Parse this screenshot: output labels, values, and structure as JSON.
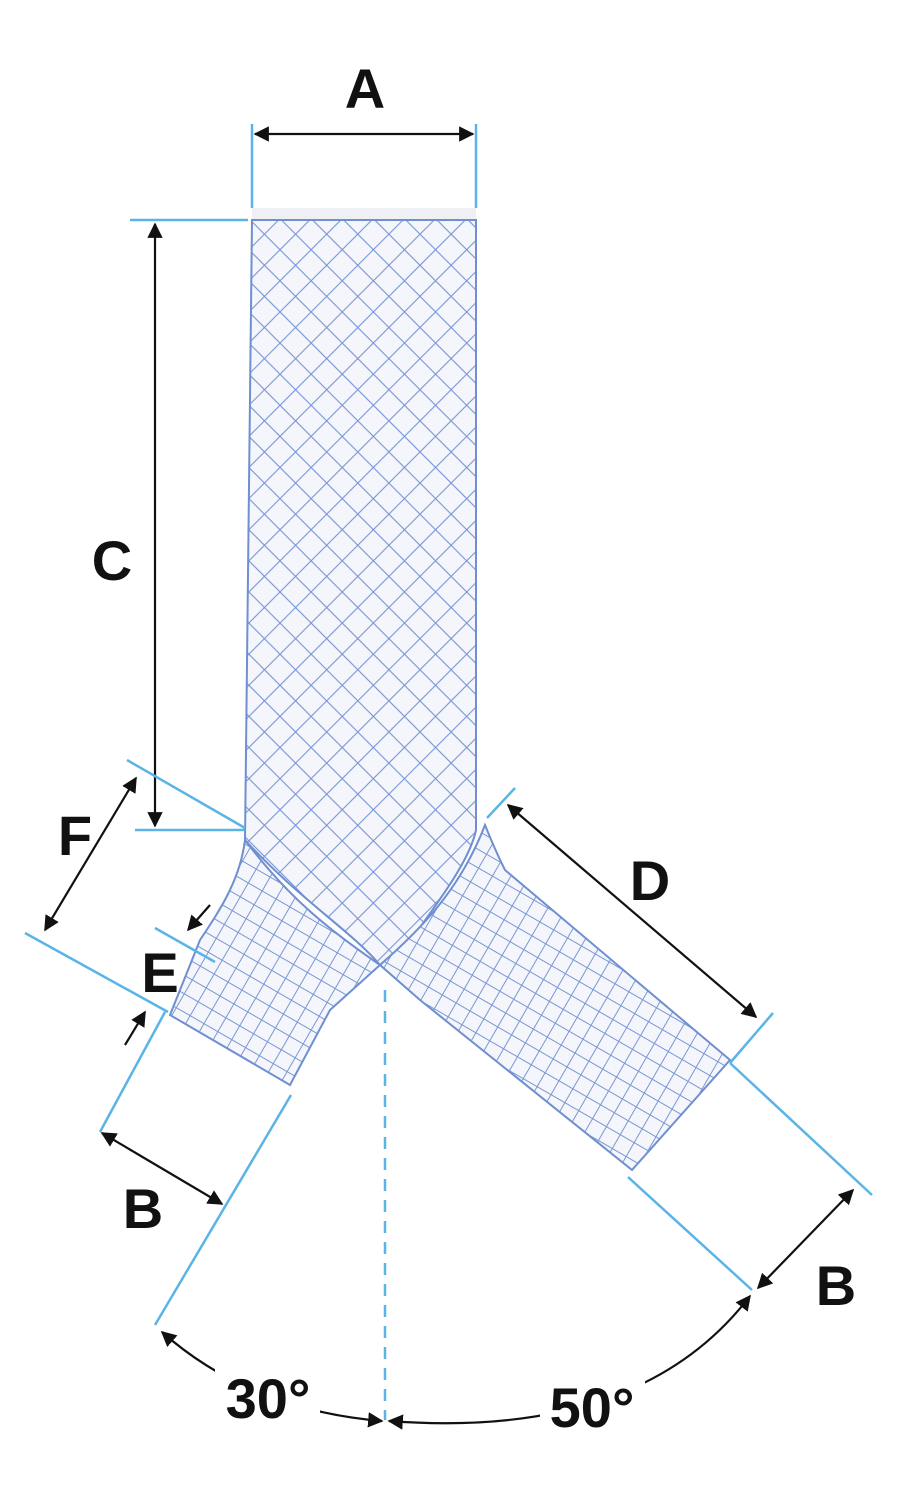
{
  "diagram": {
    "labels": {
      "a": "A",
      "b_left": "B",
      "b_right": "B",
      "c": "C",
      "d": "D",
      "e": "E",
      "f": "F",
      "angle_left": "30°",
      "angle_right": "50°"
    },
    "colors": {
      "dimension_line": "#5ab4e6",
      "mesh": "#6f8fd0",
      "arrow": "#111111"
    }
  }
}
